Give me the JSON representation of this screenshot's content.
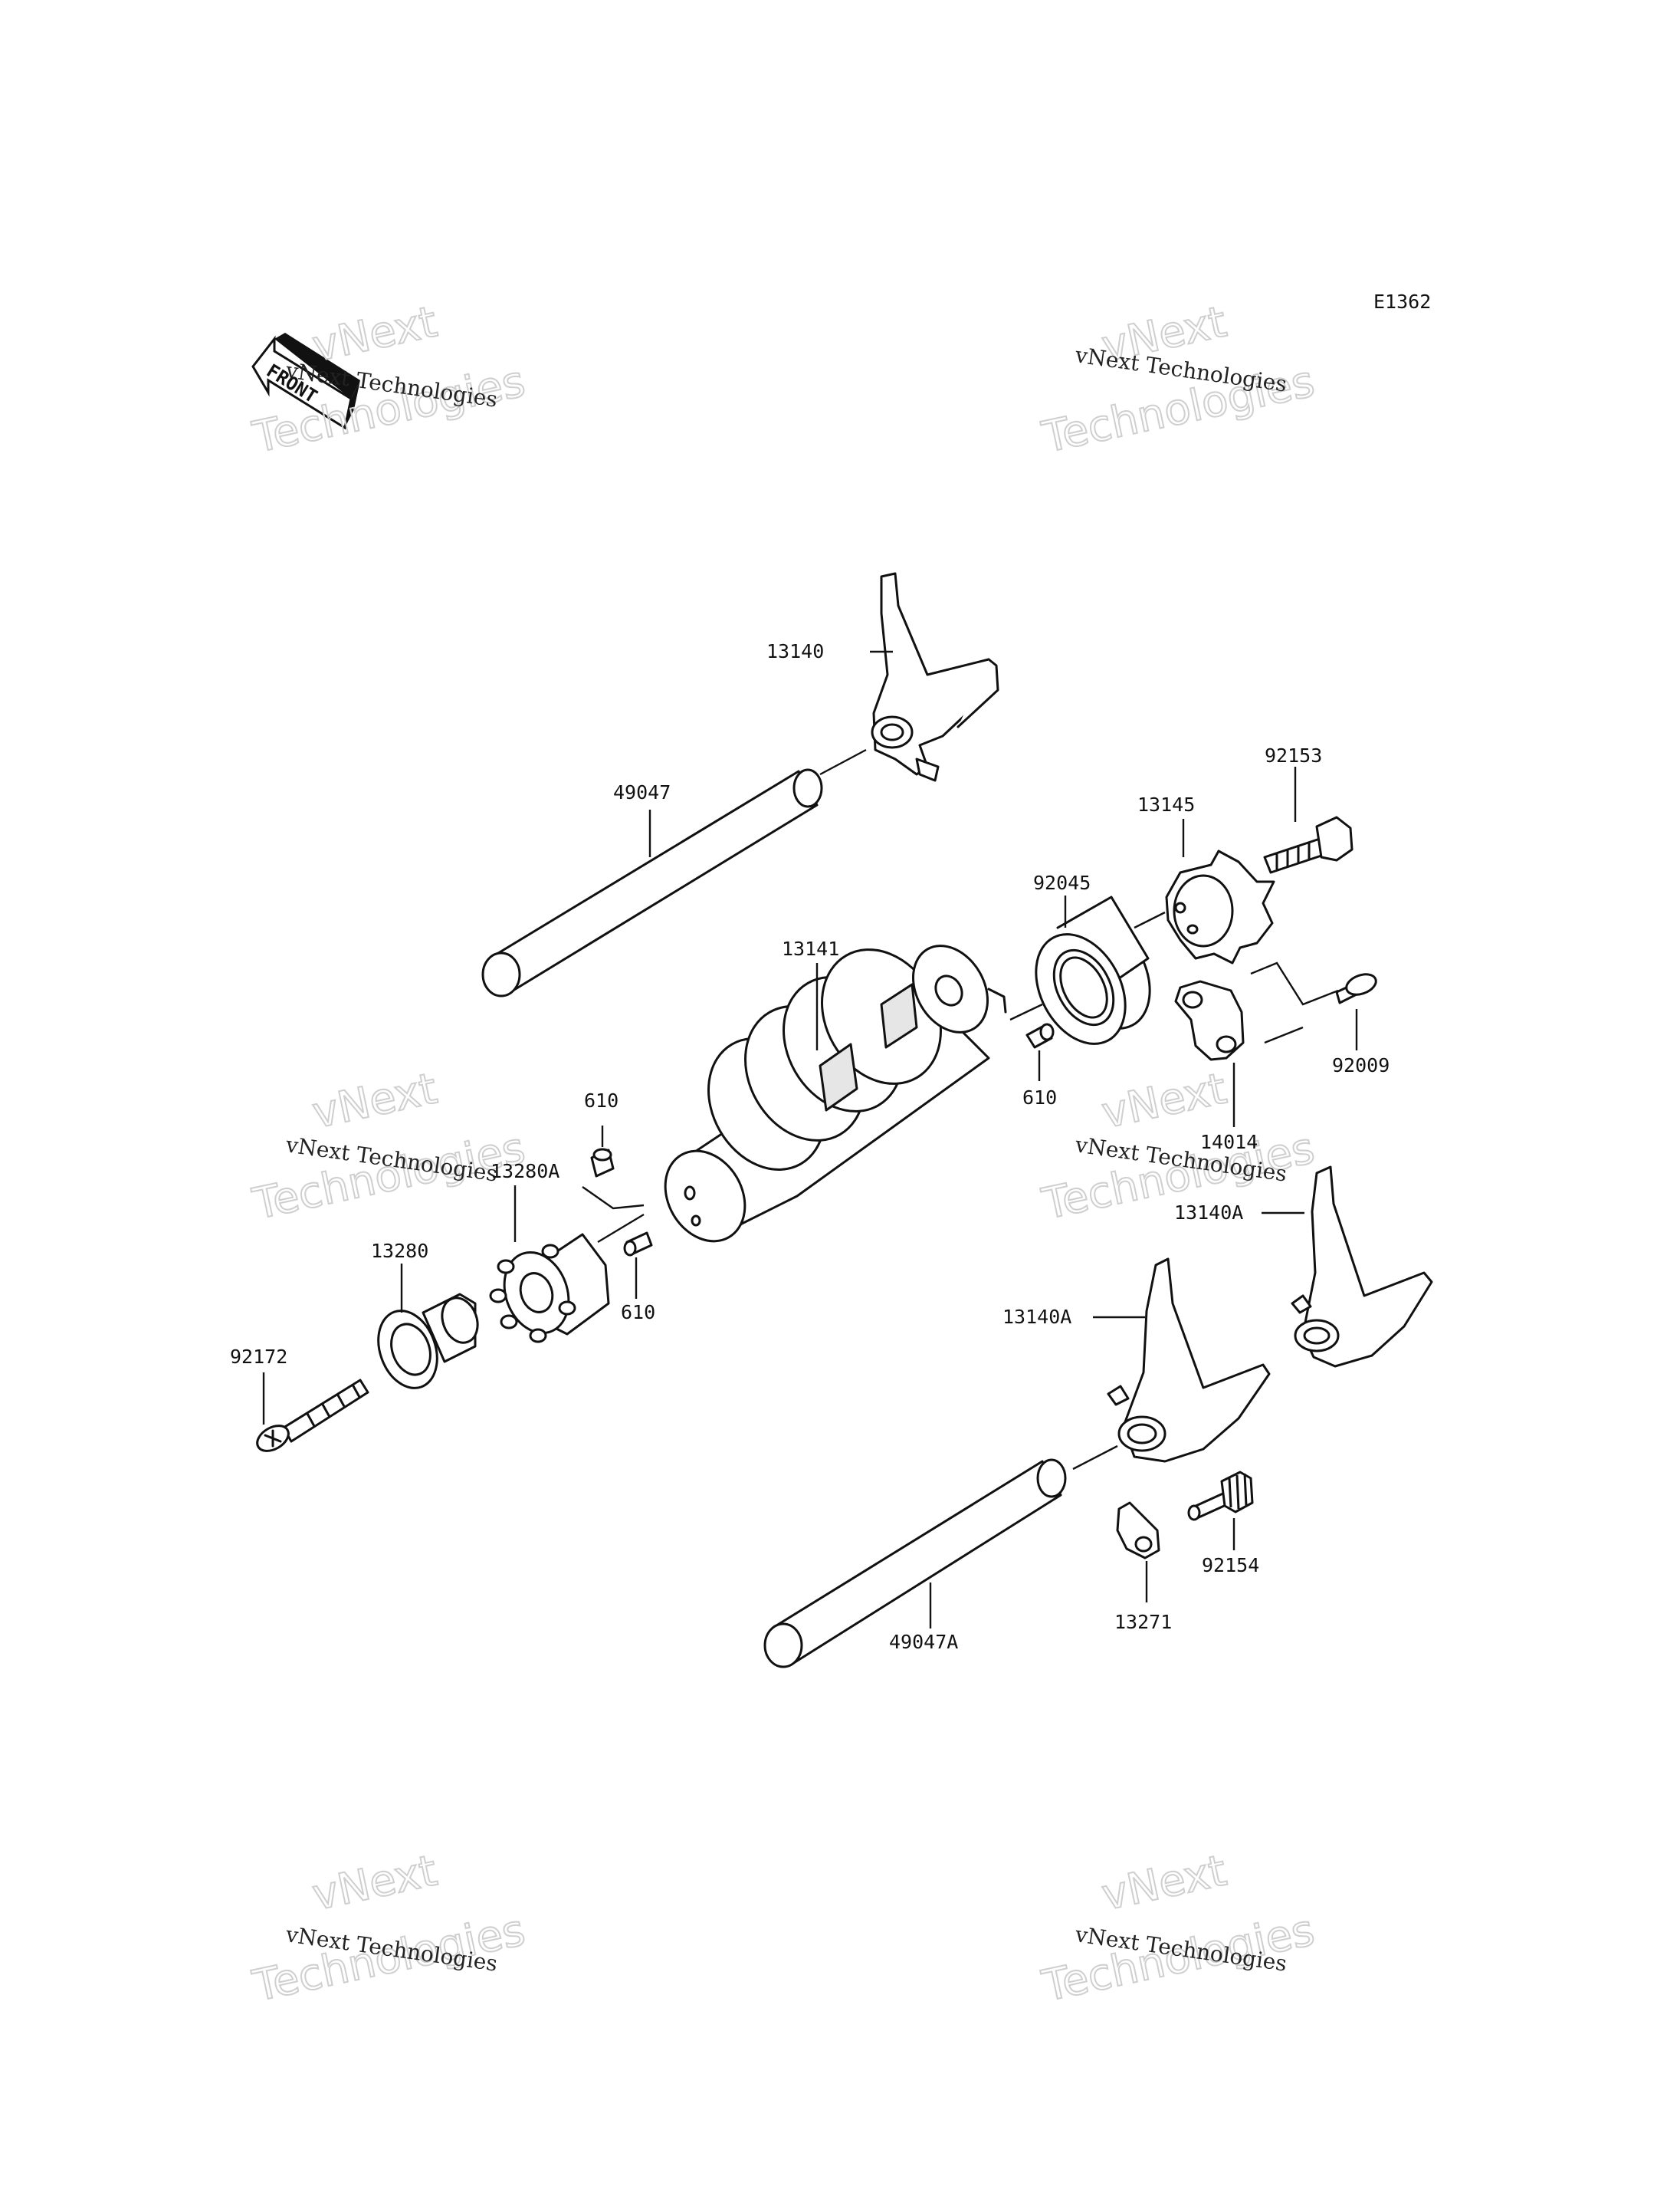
{
  "diagram_code": "E1362",
  "front_marker": "FRONT",
  "watermark": {
    "line1": "vNext",
    "line2": "Technologies",
    "caption": "vNext Technologies"
  },
  "parts": {
    "p13140": "13140",
    "p49047": "49047",
    "p13145": "13145",
    "p92153": "92153",
    "p92045": "92045",
    "p13141": "13141",
    "p610_right": "610",
    "p92009": "92009",
    "p14014": "14014",
    "p610_top": "610",
    "p13280A": "13280A",
    "p13280": "13280",
    "p610_bottom": "610",
    "p92172": "92172",
    "p13140A_right": "13140A",
    "p13140A_left": "13140A",
    "p92154": "92154",
    "p13271": "13271",
    "p49047A": "49047A"
  }
}
